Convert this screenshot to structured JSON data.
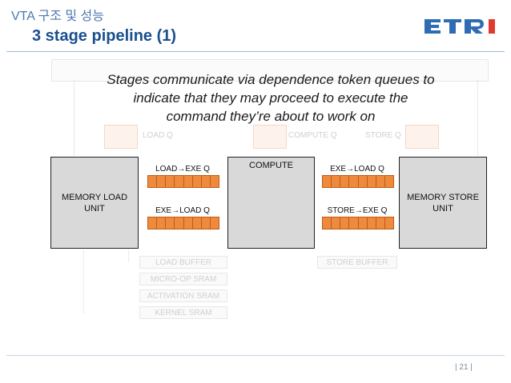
{
  "header": {
    "kicker": "VTA 구조 및 성능",
    "title": "3 stage pipeline (1)",
    "logo_text": "ETRI"
  },
  "callout": {
    "line1": "Stages communicate via dependence token queues to",
    "line2": "indicate that they may proceed to execute the",
    "line3": "command they’re about to work on"
  },
  "diagram": {
    "units": {
      "load": {
        "line1": "MEMORY LOAD",
        "line2": "UNIT"
      },
      "compute": "COMPUTE",
      "store": {
        "line1": "MEMORY STORE",
        "line2": "UNIT"
      }
    },
    "queues": {
      "load_to_exe": "LOAD→EXE Q",
      "exe_to_load": "EXE→LOAD Q",
      "exe_to_store": "EXE→LOAD Q",
      "store_to_exe": "STORE→EXE Q"
    },
    "background": {
      "load_q": "LOAD Q",
      "compute_q": "COMPUTE Q",
      "store_q": "STORE Q",
      "load_buffer": "LOAD BUFFER",
      "micro_op_sram": "MICRO-OP SRAM",
      "activation_sram": "ACTIVATION SRAM",
      "kernel_sram": "KERNEL SRAM",
      "store_buffer": "STORE BUFFER"
    }
  },
  "footer": {
    "page": "| 21 |"
  },
  "colors": {
    "accent": "#1a4f8f",
    "queue_fill": "#ee8a3c",
    "unit_fill": "#d9d9d9",
    "logo_blue": "#2e6db4",
    "logo_red": "#e03a2f"
  }
}
